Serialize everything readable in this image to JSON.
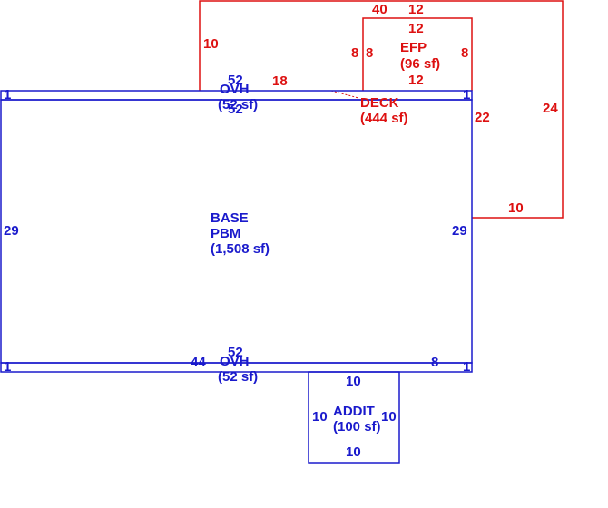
{
  "colors": {
    "blue": "#1a1acc",
    "red": "#dd1111",
    "background": "#ffffff"
  },
  "areas": {
    "base": {
      "name": "BASE",
      "type": "PBM",
      "size": "(1,508 sf)"
    },
    "deck": {
      "name": "DECK",
      "size": "(444 sf)"
    },
    "efp": {
      "name": "EFP",
      "size": "(96 sf)"
    },
    "addit": {
      "name": "ADDIT",
      "size": "(100 sf)"
    },
    "ovh_top": {
      "name": "OVH",
      "size": "(52 sf)"
    },
    "ovh_bottom": {
      "name": "OVH",
      "size": "(52 sf)"
    }
  },
  "dimensions": {
    "deck_top": "40",
    "deck_left": "10",
    "deck_bottom_left": "18",
    "deck_right": "24",
    "deck_right_lower": "22",
    "deck_bottom_right": "10",
    "efp_top_outer": "12",
    "efp_top": "12",
    "efp_left_outer": "8",
    "efp_left": "8",
    "efp_right": "8",
    "efp_bottom": "12",
    "base_left": "29",
    "base_right": "29",
    "base_bottom": "44",
    "base_bottom_right": "8",
    "ovh_top_a": "52",
    "ovh_top_b": "52",
    "ovh_bottom": "52",
    "ovh_end_tl": "1",
    "ovh_end_tr": "1",
    "ovh_end_bl": "1",
    "ovh_end_br": "1",
    "addit_top": "10",
    "addit_left": "10",
    "addit_right": "10",
    "addit_bottom": "10"
  }
}
